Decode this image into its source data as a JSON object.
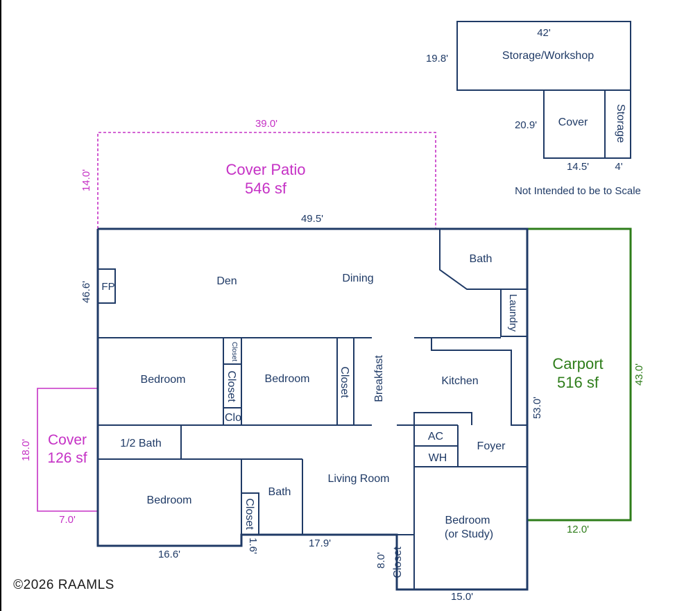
{
  "rooms": {
    "storage_workshop": "Storage/Workshop",
    "cover_top": "Cover",
    "storage_small": "Storage",
    "cover_patio": "Cover Patio",
    "cover_patio_sf": "546 sf",
    "fp": "FP",
    "den": "Den",
    "dining": "Dining",
    "bath_top": "Bath",
    "laundry": "Laundry",
    "bedroom_left": "Bedroom",
    "closet_small": "Closet",
    "closet_left": "Closet",
    "bedroom_mid": "Bedroom",
    "closet_mid": "Closet",
    "breakfast": "Breakfast",
    "kitchen": "Kitchen",
    "clo": "Clo",
    "half_bath": "1/2 Bath",
    "ac": "AC",
    "wh": "WH",
    "foyer": "Foyer",
    "living_room": "Living Room",
    "bedroom_lower": "Bedroom",
    "closet_lower": "Closet",
    "bath_lower": "Bath",
    "bedroom_study_1": "Bedroom",
    "bedroom_study_2": "(or Study)",
    "closet_bottom": "Closet",
    "cover_left": "Cover",
    "cover_left_sf": "126 sf",
    "carport": "Carport",
    "carport_sf": "516 sf"
  },
  "dimensions": {
    "workshop_width": "42'",
    "workshop_height": "19.8'",
    "cover_top_height": "20.9'",
    "cover_top_width": "14.5'",
    "storage_width": "4'",
    "patio_width": "39.0'",
    "patio_depth": "14.0'",
    "house_width": "49.5'",
    "house_left_depth": "46.6'",
    "house_right_depth": "53.0'",
    "carport_depth": "43.0'",
    "carport_width": "12.0'",
    "cover_left_depth": "18.0'",
    "cover_left_width": "7.0'",
    "bottom_left": "16.6'",
    "jog_1": "1.6'",
    "bottom_mid": "17.9'",
    "jog_2": "8.0'",
    "bottom_right": "15.0'"
  },
  "note": "Not Intended to be to Scale",
  "copyright": "©2026 RAAMLS",
  "colors": {
    "walls": "#1f3a66",
    "patio": "#c531c5",
    "carport": "#2e7d1a"
  }
}
